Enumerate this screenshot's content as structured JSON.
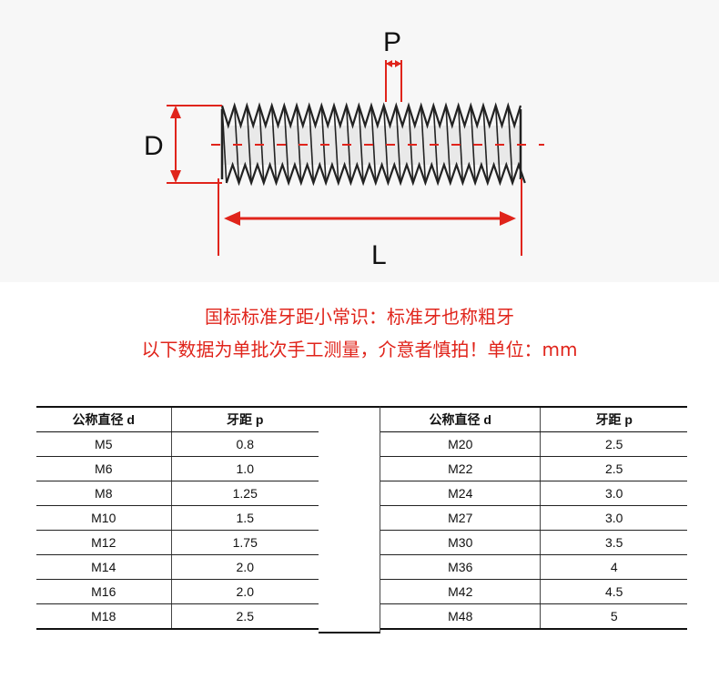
{
  "diagram": {
    "label_p": "P",
    "label_d": "D",
    "label_l": "L",
    "colors": {
      "dimension": "#e0241b",
      "thread": "#222222",
      "panel": "#f7f7f7"
    }
  },
  "notes": {
    "line1": "国标标准牙距小常识：标准牙也称粗牙",
    "line2": "以下数据为单批次手工测量，介意者慎拍！单位：mm"
  },
  "table": {
    "headers": {
      "diameter": "公称直径 d",
      "pitch": "牙距 p"
    },
    "left_rows": [
      {
        "diameter": "M5",
        "pitch": "0.8"
      },
      {
        "diameter": "M6",
        "pitch": "1.0"
      },
      {
        "diameter": "M8",
        "pitch": "1.25"
      },
      {
        "diameter": "M10",
        "pitch": "1.5"
      },
      {
        "diameter": "M12",
        "pitch": "1.75"
      },
      {
        "diameter": "M14",
        "pitch": "2.0"
      },
      {
        "diameter": "M16",
        "pitch": "2.0"
      },
      {
        "diameter": "M18",
        "pitch": "2.5"
      }
    ],
    "right_rows": [
      {
        "diameter": "M20",
        "pitch": "2.5"
      },
      {
        "diameter": "M22",
        "pitch": "2.5"
      },
      {
        "diameter": "M24",
        "pitch": "3.0"
      },
      {
        "diameter": "M27",
        "pitch": "3.0"
      },
      {
        "diameter": "M30",
        "pitch": "3.5"
      },
      {
        "diameter": "M36",
        "pitch": "4"
      },
      {
        "diameter": "M42",
        "pitch": "4.5"
      },
      {
        "diameter": "M48",
        "pitch": "5"
      }
    ]
  }
}
